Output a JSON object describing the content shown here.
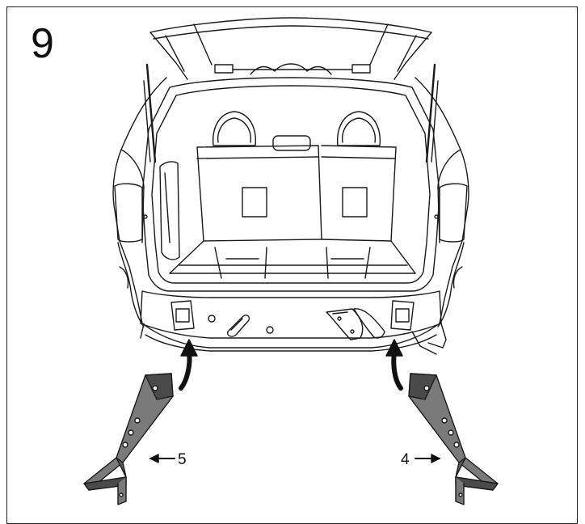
{
  "step": {
    "number": "9"
  },
  "callouts": {
    "left_part": "5",
    "right_part": "4"
  },
  "colors": {
    "line": "#1a1a1a",
    "bracket_fill": "#7a7a7a",
    "bracket_dark": "#4a4a4a",
    "background": "#ffffff"
  }
}
